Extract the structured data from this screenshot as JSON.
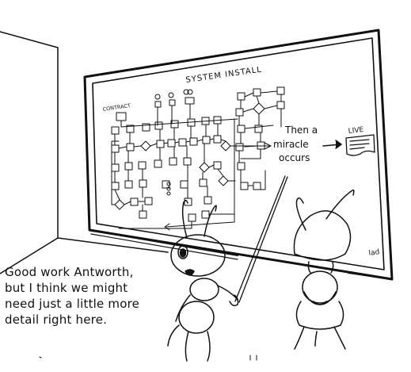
{
  "board": {
    "title": "SYSTEM INSTALL",
    "contract_label": "CONTRACT",
    "miracle_line1": "Then a",
    "miracle_line2": "miracle",
    "miracle_line3": "occurs",
    "live_label": "LIVE",
    "signature": "lad"
  },
  "caption": {
    "line1": "Good work Antworth,",
    "line2": "but I think we might",
    "line3": "need just a little more",
    "line4": "detail right here."
  }
}
